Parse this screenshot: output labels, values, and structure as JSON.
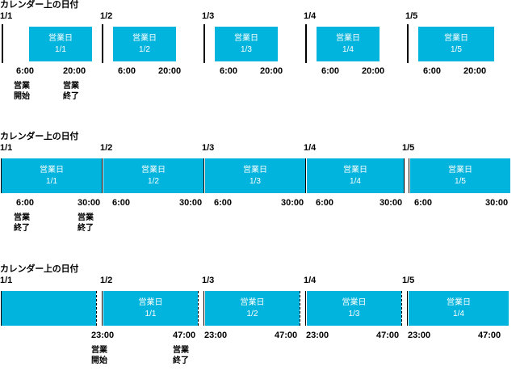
{
  "colors": {
    "bar": "#00b4dd",
    "text_on_bar": "#ffffff",
    "line": "#000000",
    "background": "#ffffff"
  },
  "labels": {
    "business_day": "営業日",
    "calendar_header": "カレンダー上の日付",
    "start_caption_l1": "営業",
    "start_caption_l2": "開始",
    "end_caption_l1": "営業",
    "end_caption_l2": "終了"
  },
  "sections": [
    {
      "id": "section-1",
      "header": "カレンダー上の日付",
      "day_labels": [
        "1/1",
        "1/2",
        "1/3",
        "1/4",
        "1/5"
      ],
      "bars": [
        {
          "title": "営業日",
          "date": "1/1",
          "start_time": "6:00",
          "end_time": "20:00"
        },
        {
          "title": "営業日",
          "date": "1/2",
          "start_time": "6:00",
          "end_time": "20:00"
        },
        {
          "title": "営業日",
          "date": "1/3",
          "start_time": "6:00",
          "end_time": "20:00"
        },
        {
          "title": "営業日",
          "date": "1/4",
          "start_time": "6:00",
          "end_time": "20:00"
        },
        {
          "title": "営業日",
          "date": "1/5",
          "start_time": "6:00",
          "end_time": "20:00"
        }
      ],
      "start_caption": {
        "line1": "営業",
        "line2": "開始"
      },
      "end_caption": {
        "line1": "営業",
        "line2": "終了"
      }
    },
    {
      "id": "section-2",
      "header": "カレンダー上の日付",
      "day_labels": [
        "1/1",
        "1/2",
        "1/3",
        "1/4",
        "1/5"
      ],
      "bars": [
        {
          "title": "営業日",
          "date": "1/1",
          "start_time": "6:00",
          "end_time": "30:00"
        },
        {
          "title": "営業日",
          "date": "1/2",
          "start_time": "6:00",
          "end_time": "30:00"
        },
        {
          "title": "営業日",
          "date": "1/3",
          "start_time": "6:00",
          "end_time": "30:00"
        },
        {
          "title": "営業日",
          "date": "1/4",
          "start_time": "6:00",
          "end_time": "30:00"
        },
        {
          "title": "営業日",
          "date": "1/5",
          "start_time": "6:00",
          "end_time": "30:00"
        }
      ],
      "start_caption": {
        "line1": "営業",
        "line2": "終了"
      },
      "end_caption": {
        "line1": "営業",
        "line2": "終了"
      }
    },
    {
      "id": "section-3",
      "header": "カレンダー上の日付",
      "day_labels": [
        "1/1",
        "1/2",
        "1/3",
        "1/4",
        "1/5"
      ],
      "bars": [
        {
          "title": "営業日",
          "date": "1/1",
          "start_time": "23:00",
          "end_time": "47:00"
        },
        {
          "title": "営業日",
          "date": "1/2",
          "start_time": "23:00",
          "end_time": "47:00"
        },
        {
          "title": "営業日",
          "date": "1/3",
          "start_time": "23:00",
          "end_time": "47:00"
        },
        {
          "title": "営業日",
          "date": "1/4",
          "start_time": "23:00",
          "end_time": "47:00"
        }
      ],
      "start_caption": {
        "line1": "営業",
        "line2": "開始"
      },
      "end_caption": {
        "line1": "営業",
        "line2": "終了"
      }
    }
  ]
}
